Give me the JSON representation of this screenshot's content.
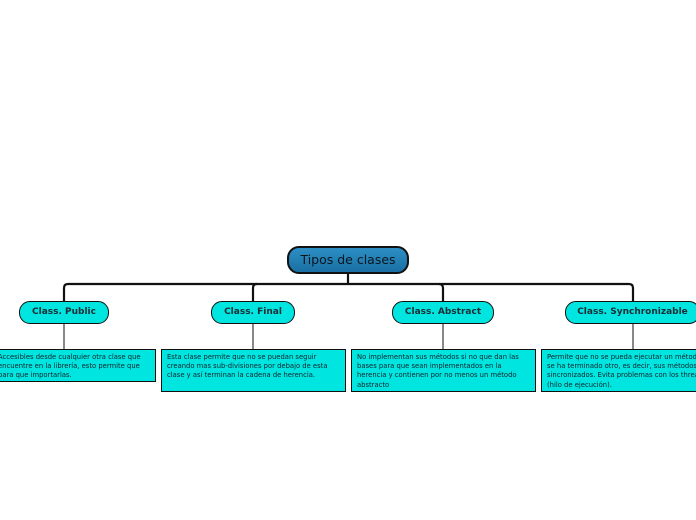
{
  "root": {
    "label": "Tipos de clases"
  },
  "branches": [
    {
      "label": "Class. Public",
      "description": "Accesibles desde cualquier otra clase que encuentre en la librería, esto permite que para que importarlas."
    },
    {
      "label": "Class. Final",
      "description": "Esta clase permite que no se puedan seguir creando mas sub-divisiones por debajo de esta clase y así terminan la cadena de herencia."
    },
    {
      "label": "Class. Abstract",
      "description": "No implementan sus métodos si no que dan las bases para que sean implementados en la herencia y contienen por no menos un método abstracto"
    },
    {
      "label": "Class. Synchronizable",
      "description": "Permite que no se pueda ejecutar un método si no se ha terminado otro, es decir, sus métodos son sincronizados. Evita problemas con los threads (hilo de ejecución)."
    }
  ],
  "colors": {
    "root_fill": "#1f7fb6",
    "node_fill": "#00e5e0",
    "stroke": "#111111"
  }
}
